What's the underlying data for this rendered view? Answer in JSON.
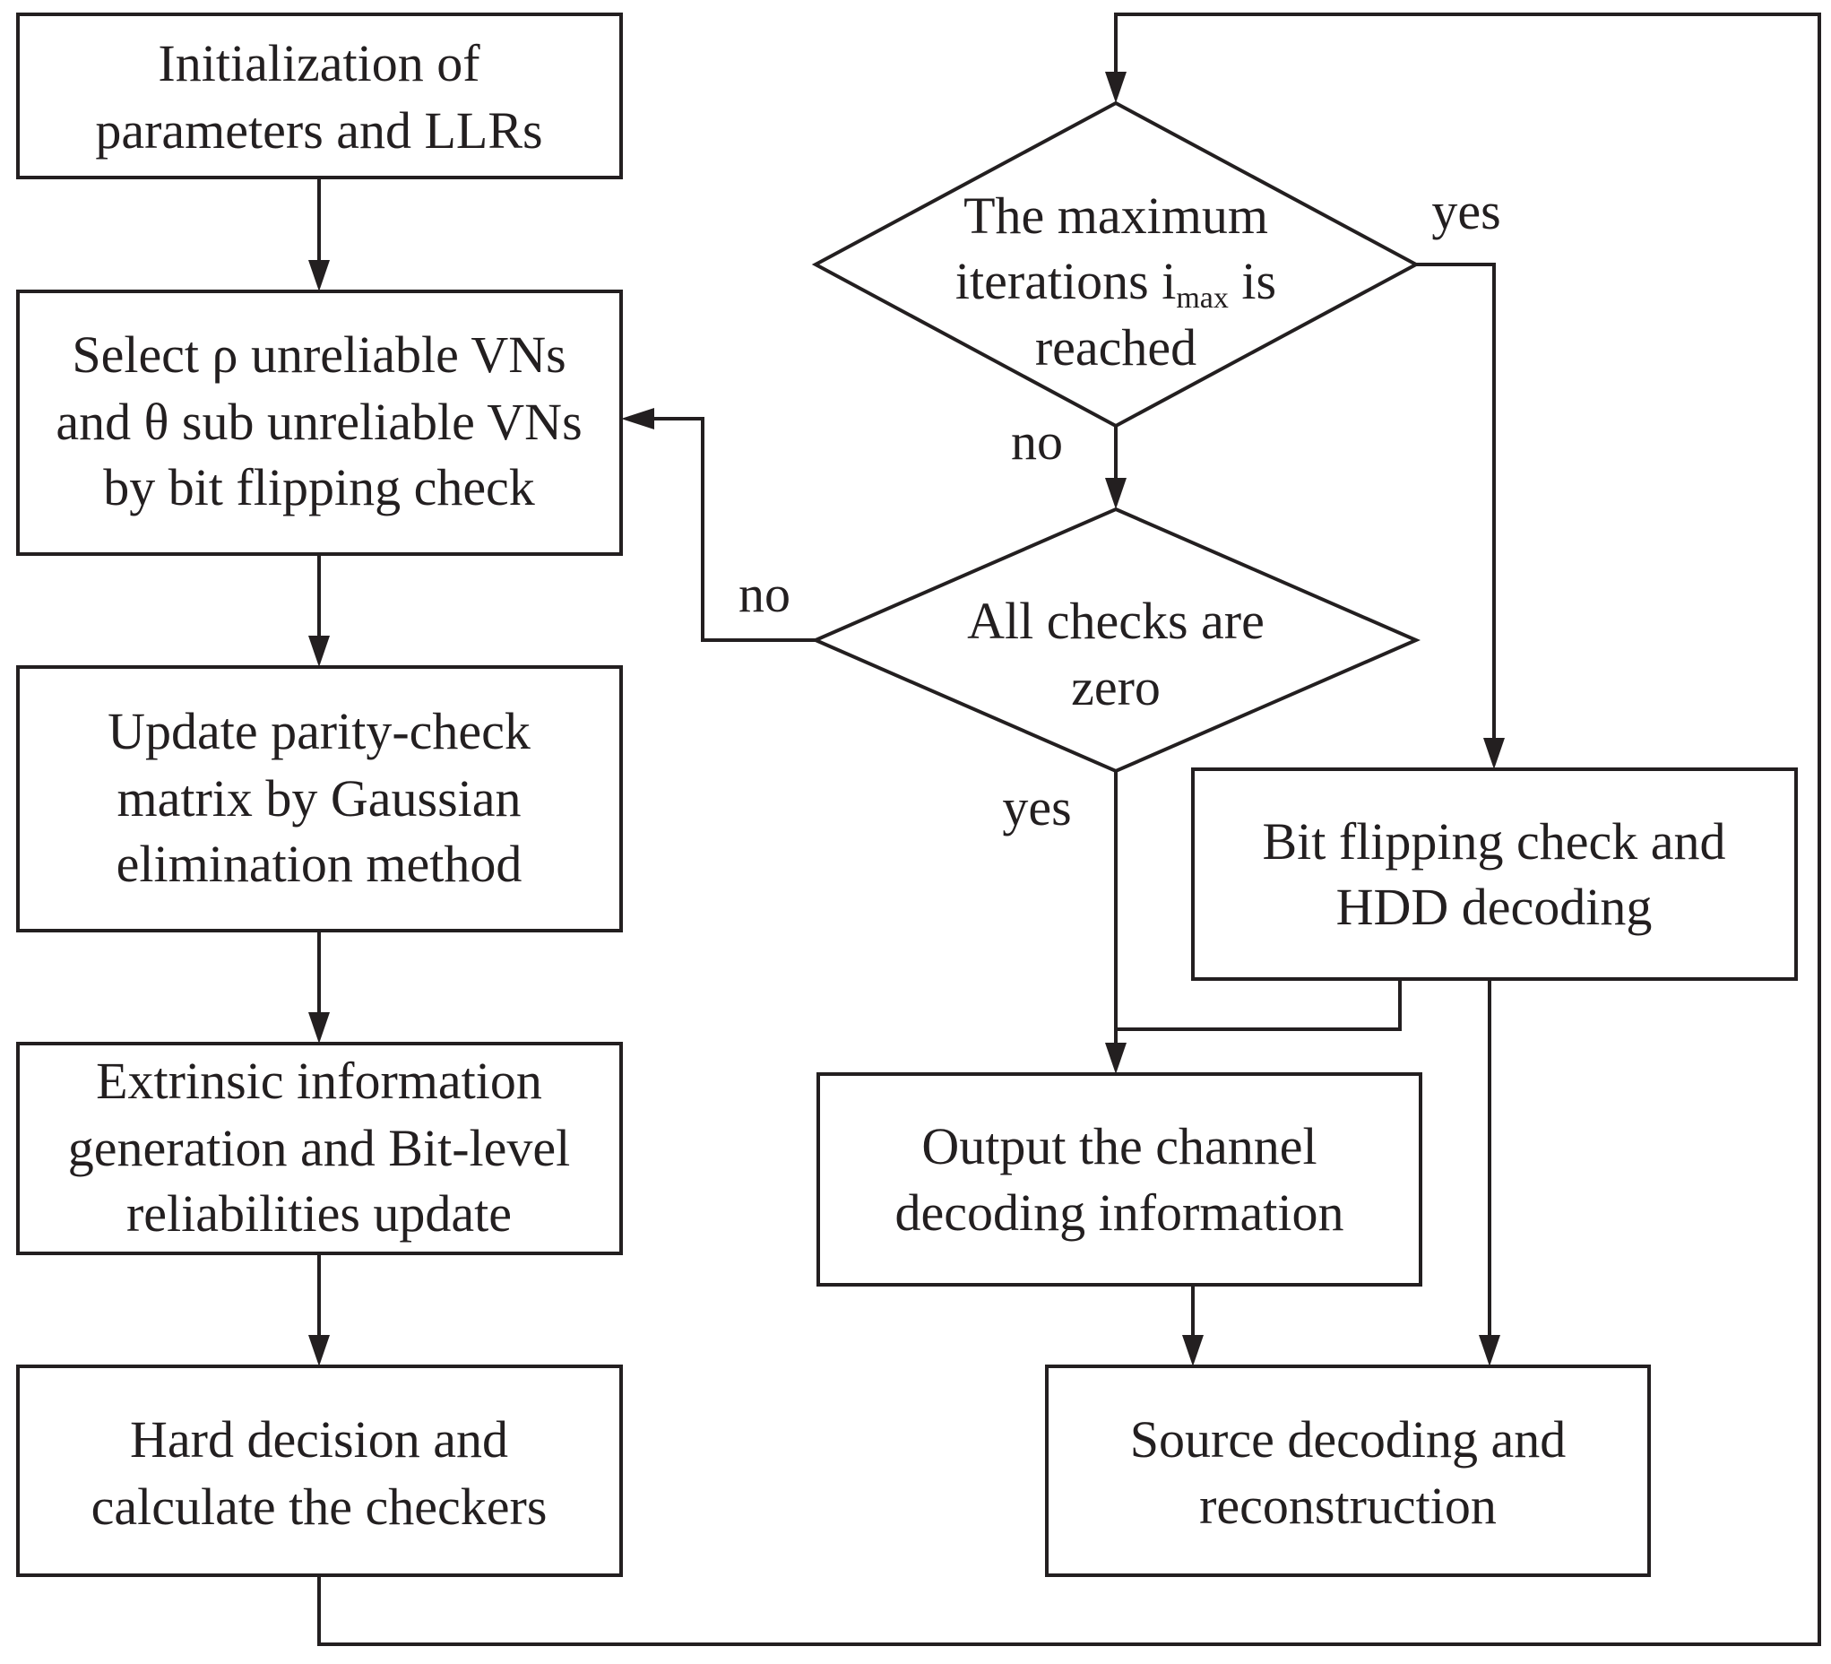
{
  "nodes": {
    "init": {
      "line1": "Initialization of",
      "line2": "parameters and LLRs"
    },
    "select": {
      "line1": "Select ρ unreliable VNs",
      "line2": "and θ sub unreliable VNs",
      "line3": "by bit flipping check"
    },
    "update": {
      "line1": "Update parity-check",
      "line2": "matrix by Gaussian",
      "line3": "elimination method"
    },
    "extrinsic": {
      "line1": "Extrinsic information",
      "line2": "generation and Bit-level",
      "line3": "reliabilities update"
    },
    "hard": {
      "line1": "Hard decision and",
      "line2": "calculate the checkers"
    },
    "max_iter": {
      "line1": "The maximum",
      "line2_pre": "iterations i",
      "line2_sub": "max",
      "line2_post": " is",
      "line3": "reached"
    },
    "all_checks": {
      "line1": "All checks are",
      "line2": "zero"
    },
    "bitflip": {
      "line1": "Bit flipping check and",
      "line2": "HDD decoding"
    },
    "output": {
      "line1": "Output the channel",
      "line2": "decoding information"
    },
    "source": {
      "line1": "Source decoding and",
      "line2": "reconstruction"
    }
  },
  "edge_labels": {
    "max_yes": "yes",
    "max_no": "no",
    "checks_no": "no",
    "checks_yes": "yes"
  },
  "colors": {
    "stroke": "#231f20",
    "background": "#ffffff"
  }
}
